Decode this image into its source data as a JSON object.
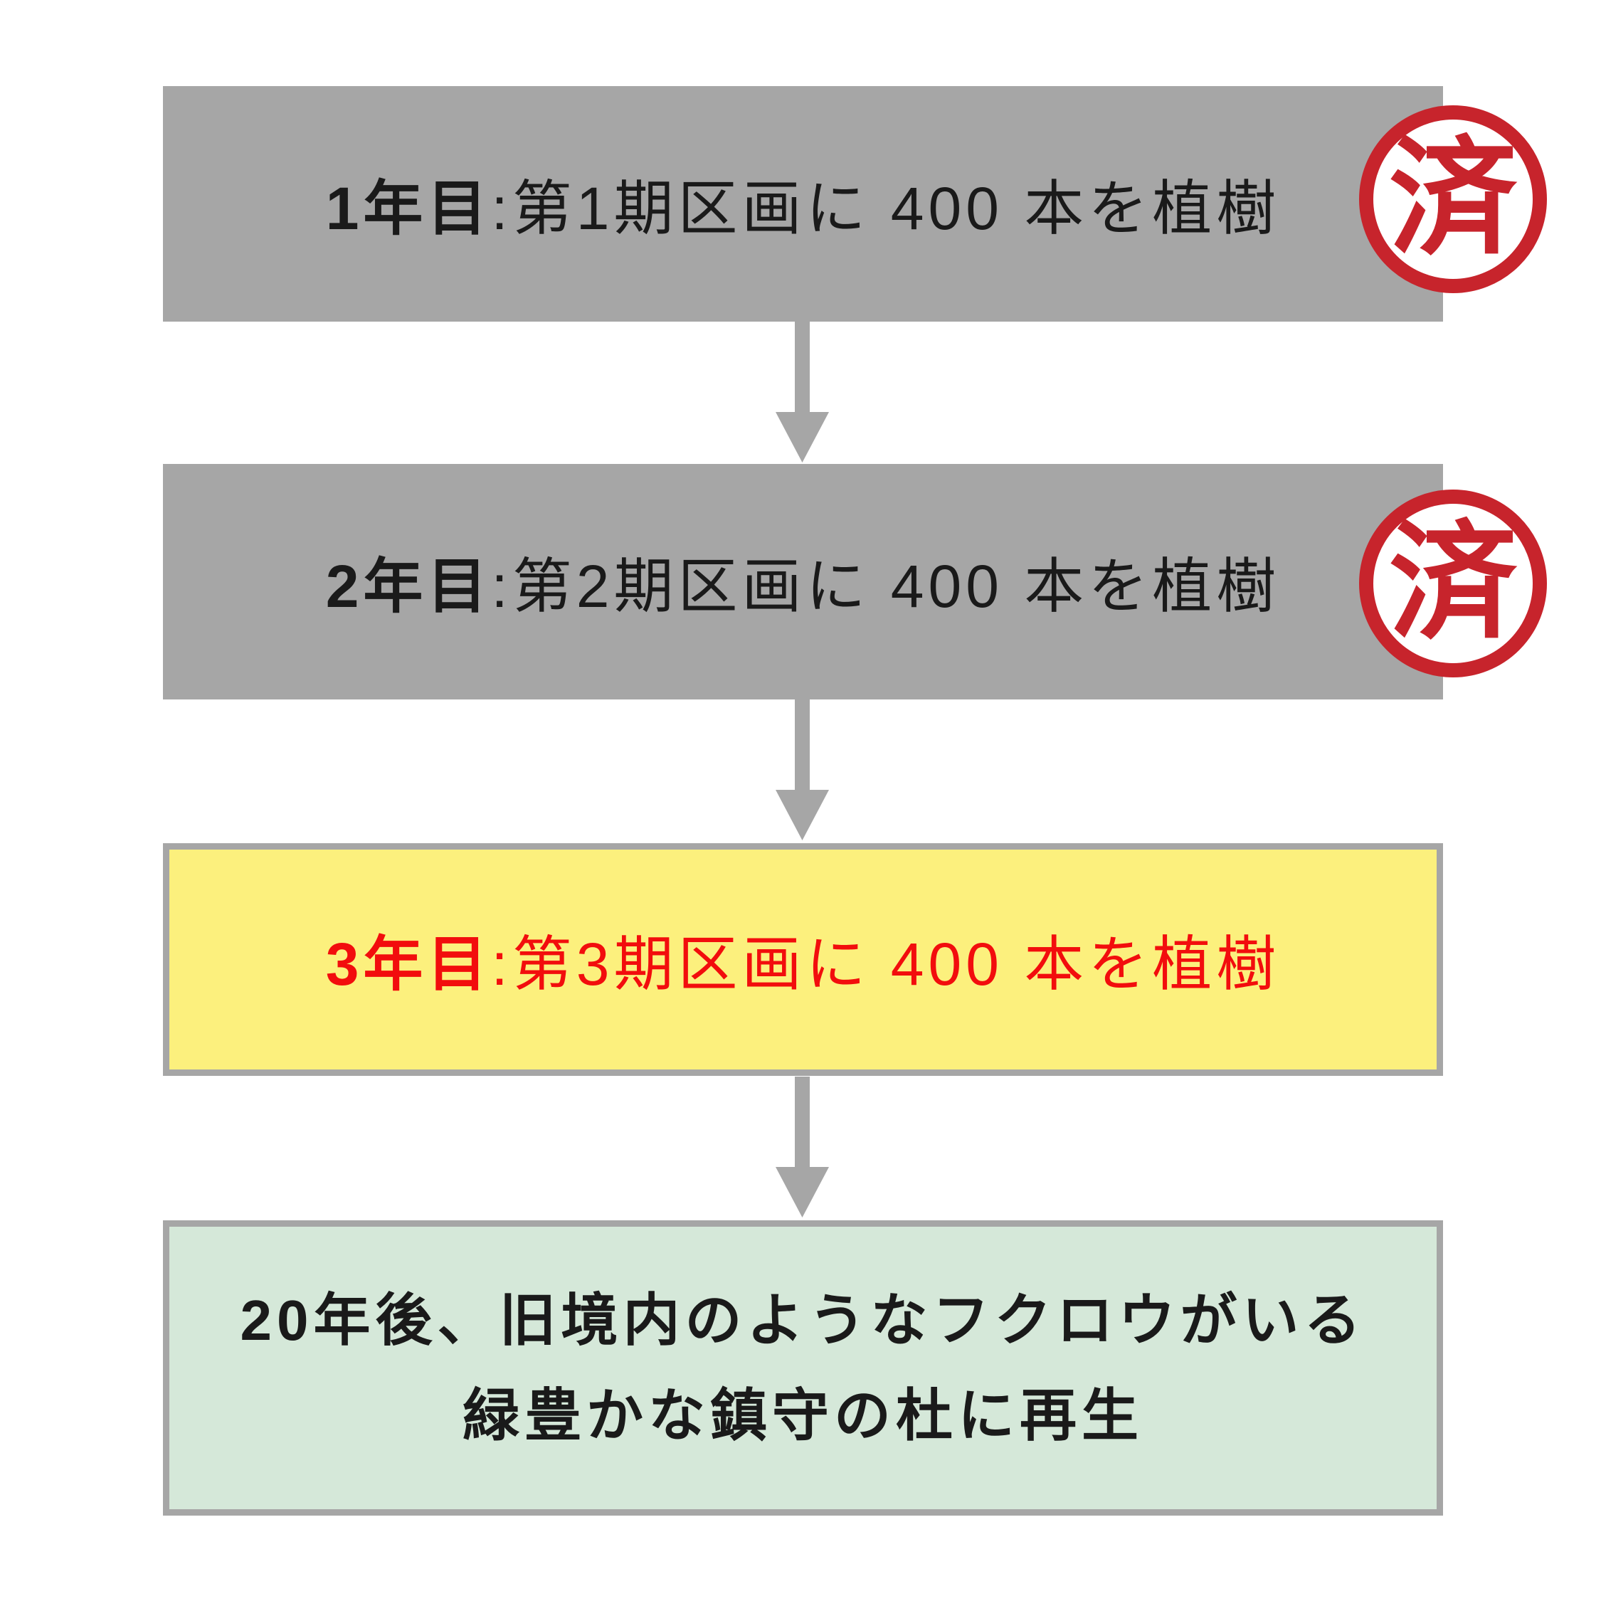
{
  "flow": {
    "steps": [
      {
        "bold": "1年目",
        "rest": ":第1期区画に 400 本を植樹",
        "stamp": "済"
      },
      {
        "bold": "2年目",
        "rest": ":第2期区画に 400 本を植樹",
        "stamp": "済"
      },
      {
        "bold": "3年目",
        "rest": ":第3期区画に 400 本を植樹"
      },
      {
        "line1": "20年後、旧境内のようなフクロウがいる",
        "line2": "緑豊かな鎮守の杜に再生"
      }
    ]
  },
  "colors": {
    "box_gray": "#a6a6a6",
    "arrow_gray": "#a6a6a6",
    "border_gray": "#a6a6a6",
    "highlight_yellow": "#fcf07d",
    "goal_green": "#d5e8d9",
    "stamp_red": "#c7242c",
    "current_text_red": "#f20d0d",
    "text_black": "#1a1a1a",
    "background_white": "#ffffff"
  }
}
